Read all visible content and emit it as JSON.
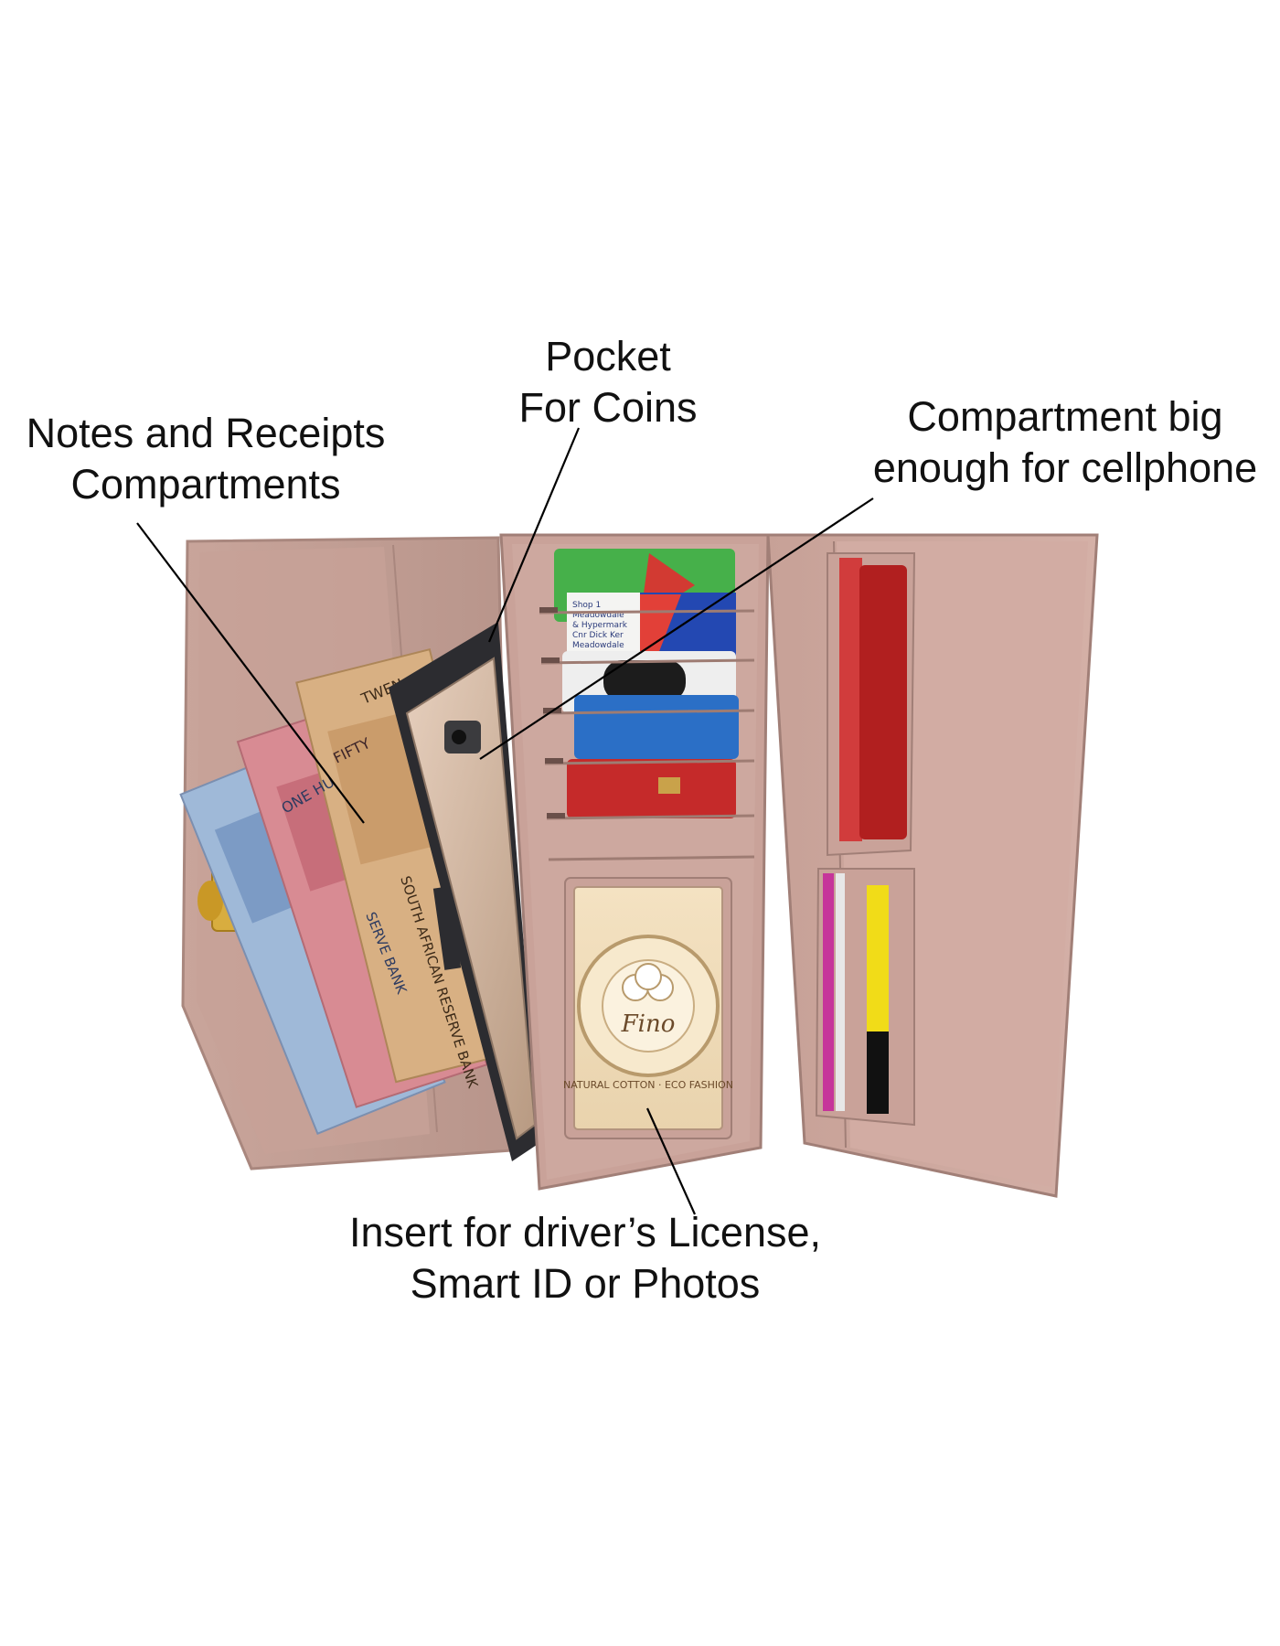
{
  "annotations": {
    "notes": {
      "line1": "Notes and Receipts",
      "line2": "Compartments"
    },
    "coins": {
      "line1": "Pocket",
      "line2": "For Coins"
    },
    "phone": {
      "line1": "Compartment big",
      "line2": "enough for cellphone"
    },
    "license": {
      "line1": "Insert for driver’s License,",
      "line2": "Smart ID or Photos"
    }
  },
  "banknotes": {
    "one_hundred": "ONE HU",
    "fifty": "FIFTY",
    "twenty": "TWEN",
    "bank_a": "SERVE BANK",
    "bank_b": "SOUTH AFRICAN RESERVE BANK"
  },
  "id_window": {
    "ring_text": "NATURAL COTTON · ECO FASHION",
    "logo_text": "Fino"
  },
  "receipt_card": [
    "Shop 1",
    "Meadowdale",
    "& Hypermark",
    "Cnr Dick Ker",
    "Meadowdale"
  ],
  "colors": {
    "background": "#ffffff",
    "wallet_outer": "#c49e94",
    "wallet_inner": "#d2aca3",
    "wallet_seam": "#a17f77",
    "clasp": "#d4a93a",
    "phone_case": "#d9bea6",
    "annotation_text": "#111111"
  }
}
